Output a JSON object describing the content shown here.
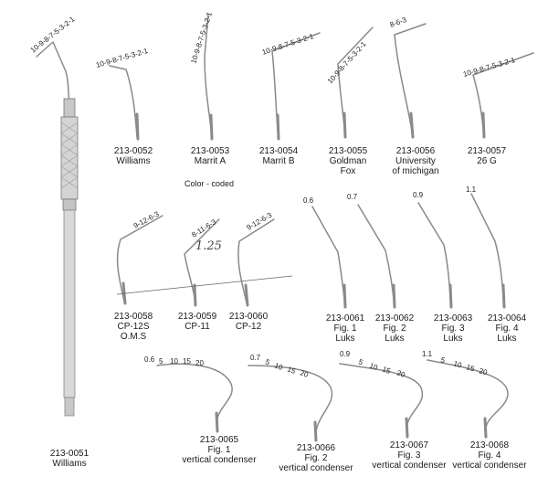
{
  "color_coded_label": "Color - coded",
  "handwritten_note": "1.25",
  "instruments": [
    {
      "code": "213-0051",
      "name": "Williams",
      "fig": "",
      "markings": "10-9-8-7-5-3-2-1"
    },
    {
      "code": "213-0052",
      "name": "Williams",
      "fig": "",
      "markings": "10-9-8-7-5-3-2-1"
    },
    {
      "code": "213-0053",
      "name": "Marrit A",
      "fig": "",
      "markings": "10-9-8-7-5-3-2-1"
    },
    {
      "code": "213-0054",
      "name": "Marrit B",
      "fig": "",
      "markings": "10-9-8-7-5-3-2-1"
    },
    {
      "code": "213-0055",
      "name": "Goldman",
      "name2": "Fox",
      "fig": "",
      "markings": "10-9-8-7-5-3-2-1"
    },
    {
      "code": "213-0056",
      "name": "University",
      "name2": "of michigan",
      "fig": "",
      "markings": "8-6-3"
    },
    {
      "code": "213-0057",
      "name": "26 G",
      "fig": "",
      "markings": "10-9-8-7-5-3-2-1"
    },
    {
      "code": "213-0058",
      "name": "CP-12S",
      "name2": "O.M.S",
      "fig": "",
      "markings": "9-12-6-3"
    },
    {
      "code": "213-0059",
      "name": "CP-11",
      "fig": "",
      "markings": "8-11-6-3"
    },
    {
      "code": "213-0060",
      "name": "CP-12",
      "fig": "",
      "markings": "9-12-6-3"
    },
    {
      "code": "213-0061",
      "fig": "Fig. 1",
      "name": "Luks",
      "markings": "0.6"
    },
    {
      "code": "213-0062",
      "fig": "Fig. 2",
      "name": "Luks",
      "markings": "0.7"
    },
    {
      "code": "213-0063",
      "fig": "Fig. 3",
      "name": "Luks",
      "markings": "0.9"
    },
    {
      "code": "213-0064",
      "fig": "Fig. 4",
      "name": "Luks",
      "markings": "1.1"
    },
    {
      "code": "213-0065",
      "fig": "Fig. 1",
      "name": "vertical condenser",
      "markings": [
        "0.6",
        "5",
        "10",
        "15",
        "20"
      ]
    },
    {
      "code": "213-0066",
      "fig": "Fig. 2",
      "name": "vertical condenser",
      "markings": [
        "0.7",
        "5",
        "10",
        "15",
        "20"
      ]
    },
    {
      "code": "213-0067",
      "fig": "Fig. 3",
      "name": "vertical condenser",
      "markings": [
        "0.9",
        "5",
        "10",
        "15",
        "20"
      ]
    },
    {
      "code": "213-0068",
      "fig": "Fig. 4",
      "name": "vertical condenser",
      "markings": [
        "1.1",
        "5",
        "10",
        "15",
        "20"
      ]
    }
  ]
}
